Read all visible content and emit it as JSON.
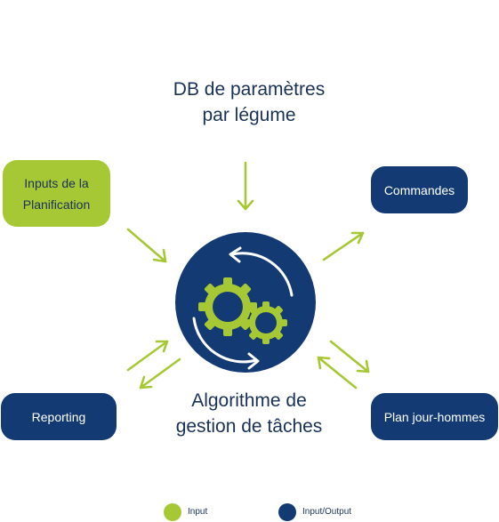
{
  "colors": {
    "navy": "#143a73",
    "green": "#a7c835",
    "text_dark": "#1a3157",
    "white": "#ffffff"
  },
  "db_title": {
    "line1": "DB de paramètres",
    "line2": "par légume"
  },
  "algorithm_title": {
    "line1": "Algorithme de",
    "line2": "gestion de tâches"
  },
  "center_icon": "gears-cycle-icon",
  "boxes": {
    "inputs": {
      "line1": "Inputs de la",
      "line2": "Planification",
      "type": "input"
    },
    "commandes": {
      "label": "Commandes",
      "type": "input-output"
    },
    "reporting": {
      "label": "Reporting",
      "type": "input-output"
    },
    "plan": {
      "label": "Plan jour-hommes",
      "type": "input-output"
    }
  },
  "legend": {
    "input": {
      "label": "Input",
      "color": "#a7c835"
    },
    "input_output": {
      "label": "Input/Output",
      "color": "#143a73"
    }
  }
}
